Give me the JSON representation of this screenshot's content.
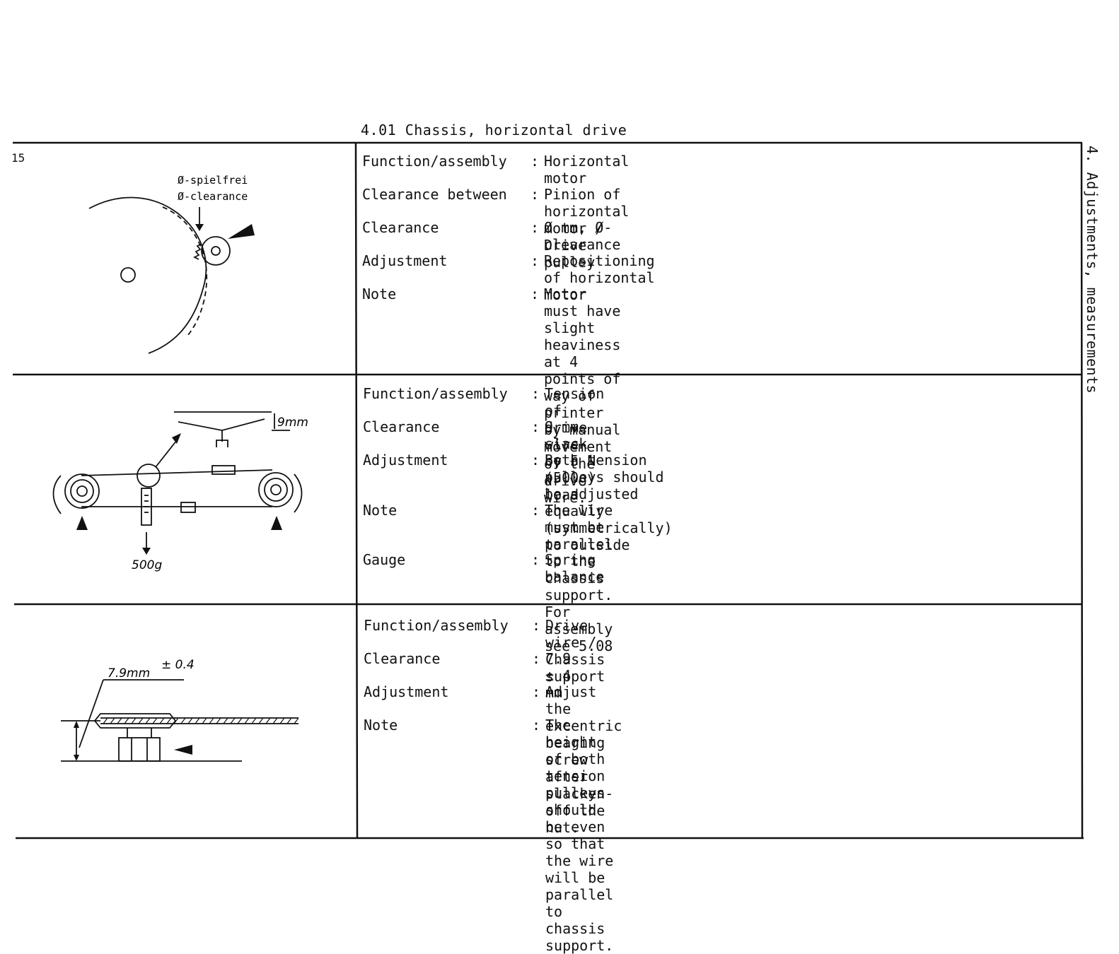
{
  "page": {
    "section_title": "4.01  Chassis, horizontal drive",
    "page_number": "15",
    "side_heading": "4. Adjustments, measurements"
  },
  "rows": [
    {
      "figure_labels": {
        "label_de": "Ø-spielfrei",
        "label_en": "Ø-clearance"
      },
      "fields": [
        {
          "label": "Function/assembly",
          "value": "Horizontal motor"
        },
        {
          "label": "Clearance between",
          "value": "Pinion of horizontal motor / Drive pulley"
        },
        {
          "label": "Clearance",
          "value": "Ø mm, Ø-clearance"
        },
        {
          "label": "Adjustment",
          "value": "Repositioning of horizontal motor"
        },
        {
          "label": "Note",
          "value": "Motor must have slight heaviness at 4 points of way of\nprinter by manual movement of the drive wire."
        }
      ]
    },
    {
      "figure_labels": {
        "slack": "9mm",
        "load": "500g"
      },
      "fields": [
        {
          "label": "Function/assembly",
          "value": "Tension of drive wire"
        },
        {
          "label": "Clearance",
          "value": "9 mm slack by 5 N (500g) load"
        },
        {
          "label": "Adjustment",
          "value": "Both tension pulleys should be adjusted equally\n(symmetrically) to outside"
        },
        {
          "label": "Note",
          "value": "The wire must be parallel to the chassis support.\nFor assembly see 5.08"
        },
        {
          "label": "Gauge",
          "value": "Spring balance"
        }
      ]
    },
    {
      "figure_labels": {
        "height": "7.9mm",
        "tolerance": "± 0.4"
      },
      "fields": [
        {
          "label": "Function/assembly",
          "value": "Drive wire / Chassis support"
        },
        {
          "label": "Clearance",
          "value": "7.9  ± 4 mm"
        },
        {
          "label": "Adjustment",
          "value": "Adjust the excentric bearing screw after slacken-off the nut."
        },
        {
          "label": "Note",
          "value": "The height of both tension pulleys should be even so that\nthe wire will be parallel to chassis support."
        }
      ]
    }
  ]
}
